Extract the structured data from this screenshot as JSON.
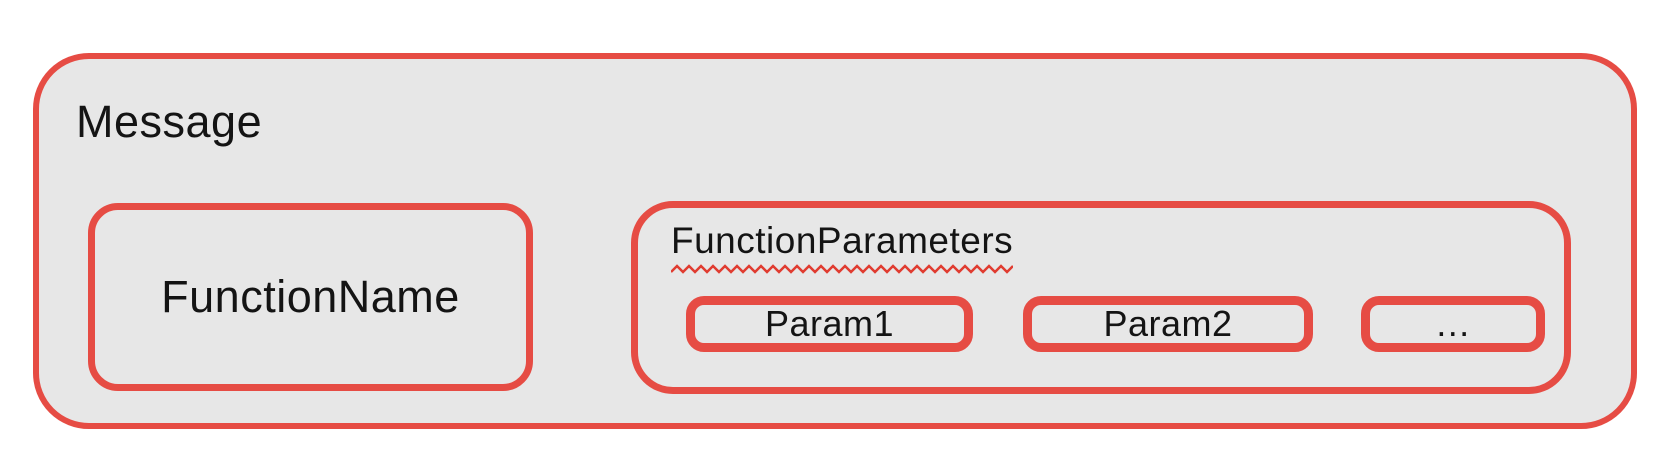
{
  "diagram": {
    "message": {
      "label": "Message"
    },
    "function_name": {
      "label": "FunctionName"
    },
    "function_parameters": {
      "label": "FunctionParameters",
      "params": [
        {
          "label": "Param1"
        },
        {
          "label": "Param2"
        },
        {
          "label": "…"
        }
      ]
    }
  },
  "colors": {
    "accent_red": "#E64C44",
    "squiggle_red": "#E03C30",
    "box_fill": "#E7E7E7",
    "text": "#141414",
    "page_background": "#FFFFFF"
  }
}
